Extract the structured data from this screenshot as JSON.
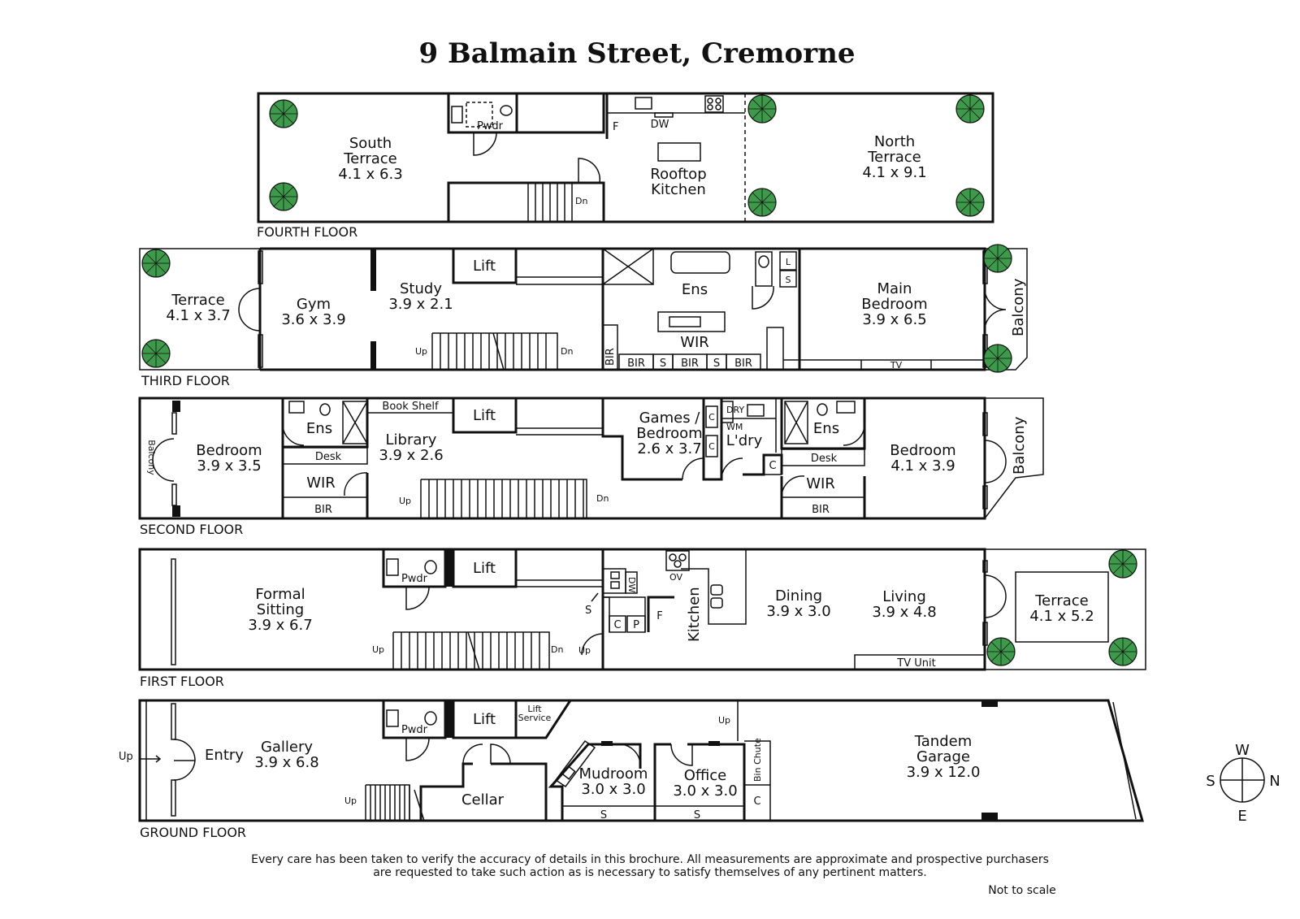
{
  "title": "9 Balmain Street, Cremorne",
  "floors": {
    "fourth": {
      "label": "FOURTH FLOOR",
      "south_terrace": {
        "name1": "South",
        "name2": "Terrace",
        "dims": "4.1 x 6.3"
      },
      "pwdr": "Pwdr",
      "f": "F",
      "dw": "DW",
      "dn": "Dn",
      "rooftop_kitchen": {
        "name1": "Rooftop",
        "name2": "Kitchen"
      },
      "north_terrace": {
        "name1": "North",
        "name2": "Terrace",
        "dims": "4.1 x 9.1"
      }
    },
    "third": {
      "label": "THIRD FLOOR",
      "terrace": {
        "name": "Terrace",
        "dims": "4.1 x 3.7"
      },
      "gym": {
        "name": "Gym",
        "dims": "3.6 x 3.9"
      },
      "study": {
        "name": "Study",
        "dims": "3.9 x 2.1"
      },
      "lift": "Lift",
      "up": "Up",
      "dn": "Dn",
      "ens": "Ens",
      "wir": "WIR",
      "bir": "BIR",
      "s": "S",
      "l": "L",
      "tv": "TV",
      "main_bedroom": {
        "name1": "Main",
        "name2": "Bedroom",
        "dims": "3.9 x 6.5"
      },
      "balcony": "Balcony"
    },
    "second": {
      "label": "SECOND FLOOR",
      "balcony": "Balcony",
      "bedroom_w": {
        "name": "Bedroom",
        "dims": "3.9 x 3.5"
      },
      "ens": "Ens",
      "desk": "Desk",
      "wir": "WIR",
      "bir": "BIR",
      "book_shelf": "Book Shelf",
      "lift": "Lift",
      "library": {
        "name": "Library",
        "dims": "3.9 x 2.6"
      },
      "up": "Up",
      "dn": "Dn",
      "games": {
        "name1": "Games /",
        "name2": "Bedroom",
        "dims": "2.6 x 3.7"
      },
      "dry": "DRY",
      "wm": "WM",
      "c": "C",
      "ldry": "L'dry",
      "bedroom_e": {
        "name": "Bedroom",
        "dims": "4.1 x 3.9"
      }
    },
    "first": {
      "label": "FIRST FLOOR",
      "formal": {
        "name1": "Formal",
        "name2": "Sitting",
        "dims": "3.9 x 6.7"
      },
      "pwdr": "Pwdr",
      "lift": "Lift",
      "up": "Up",
      "dn": "Dn",
      "s": "S",
      "dw": "DW",
      "ov": "OV",
      "c": "C",
      "p": "P",
      "f": "F",
      "kitchen": "Kitchen",
      "dining": {
        "name": "Dining",
        "dims": "3.9 x 3.0"
      },
      "living": {
        "name": "Living",
        "dims": "3.9 x 4.8"
      },
      "tv_unit": "TV Unit",
      "terrace": {
        "name": "Terrace",
        "dims": "4.1 x 5.2"
      }
    },
    "ground": {
      "label": "GROUND FLOOR",
      "up": "Up",
      "entry": "Entry",
      "gallery": {
        "name": "Gallery",
        "dims": "3.9 x 6.8"
      },
      "pwdr": "Pwdr",
      "lift": "Lift",
      "lift_service1": "Lift",
      "lift_service2": "Service",
      "cellar": "Cellar",
      "mudroom": {
        "name": "Mudroom",
        "dims": "3.0 x 3.0"
      },
      "office": {
        "name": "Office",
        "dims": "3.0 x 3.0"
      },
      "s": "S",
      "bin_chute": "Bin Chute",
      "c": "C",
      "garage": {
        "name1": "Tandem",
        "name2": "Garage",
        "dims": "3.9 x 12.0"
      }
    }
  },
  "compass": {
    "n": "N",
    "s": "S",
    "e": "E",
    "w": "W"
  },
  "disclaimer": {
    "line1": "Every care has been taken to verify the accuracy of details in this brochure.  All measurements are approximate and prospective purchasers",
    "line2": "are requested to take such action as is necessary to satisfy themselves of any pertinent matters."
  },
  "not_to_scale": "Not to scale"
}
